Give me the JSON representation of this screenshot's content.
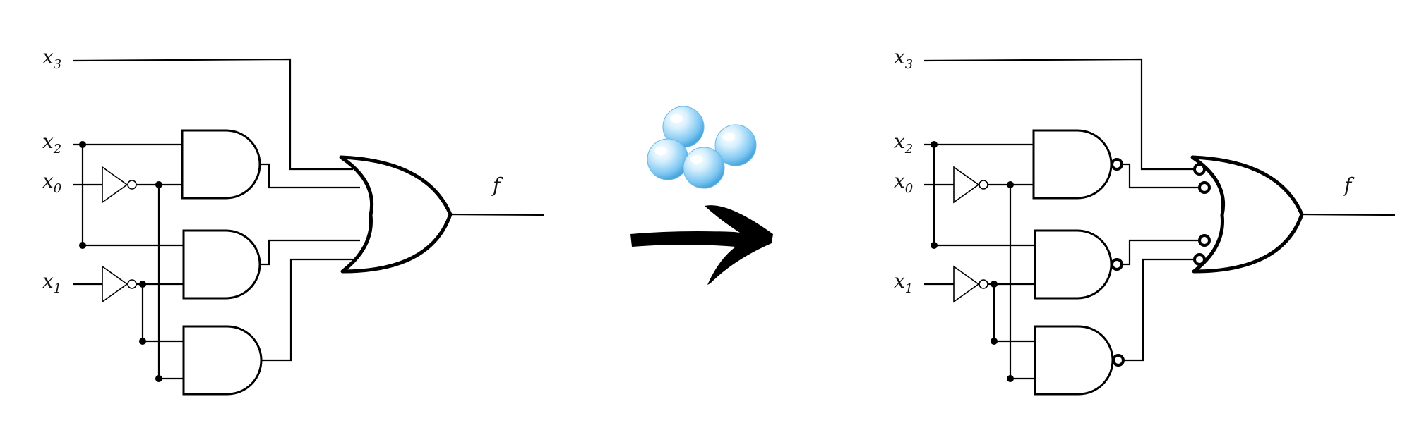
{
  "left_circuit": {
    "inputs": [
      {
        "var": "x",
        "sub": "3"
      },
      {
        "var": "x",
        "sub": "2"
      },
      {
        "var": "x",
        "sub": "0"
      },
      {
        "var": "x",
        "sub": "1"
      }
    ],
    "output": "f"
  },
  "right_circuit": {
    "inputs": [
      {
        "var": "x",
        "sub": "3"
      },
      {
        "var": "x",
        "sub": "2"
      },
      {
        "var": "x",
        "sub": "0"
      },
      {
        "var": "x",
        "sub": "1"
      }
    ],
    "output": "f"
  },
  "transform": {
    "arrow_icon": "brush-arrow-icon",
    "bubbles_icon": "bubbles-icon",
    "bubble_color": "#8fd0f5"
  }
}
